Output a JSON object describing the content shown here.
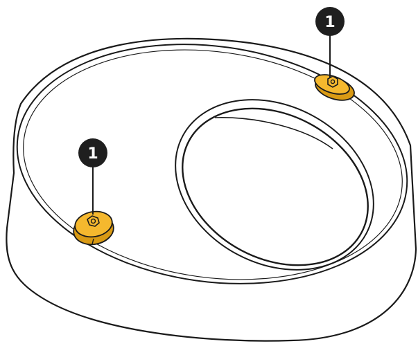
{
  "colors": {
    "outline": "#1a1a1a",
    "body_fill": "#ffffff",
    "screw_fill": "#f5b82e",
    "screw_shade": "#d99a14",
    "callout_fill": "#1f1f1f",
    "callout_text": "#ffffff"
  },
  "callouts": [
    {
      "number": "1",
      "target": "screw-right"
    },
    {
      "number": "1",
      "target": "screw-left"
    }
  ],
  "icons": {
    "screw_head": "hex-socket-screw-icon"
  }
}
